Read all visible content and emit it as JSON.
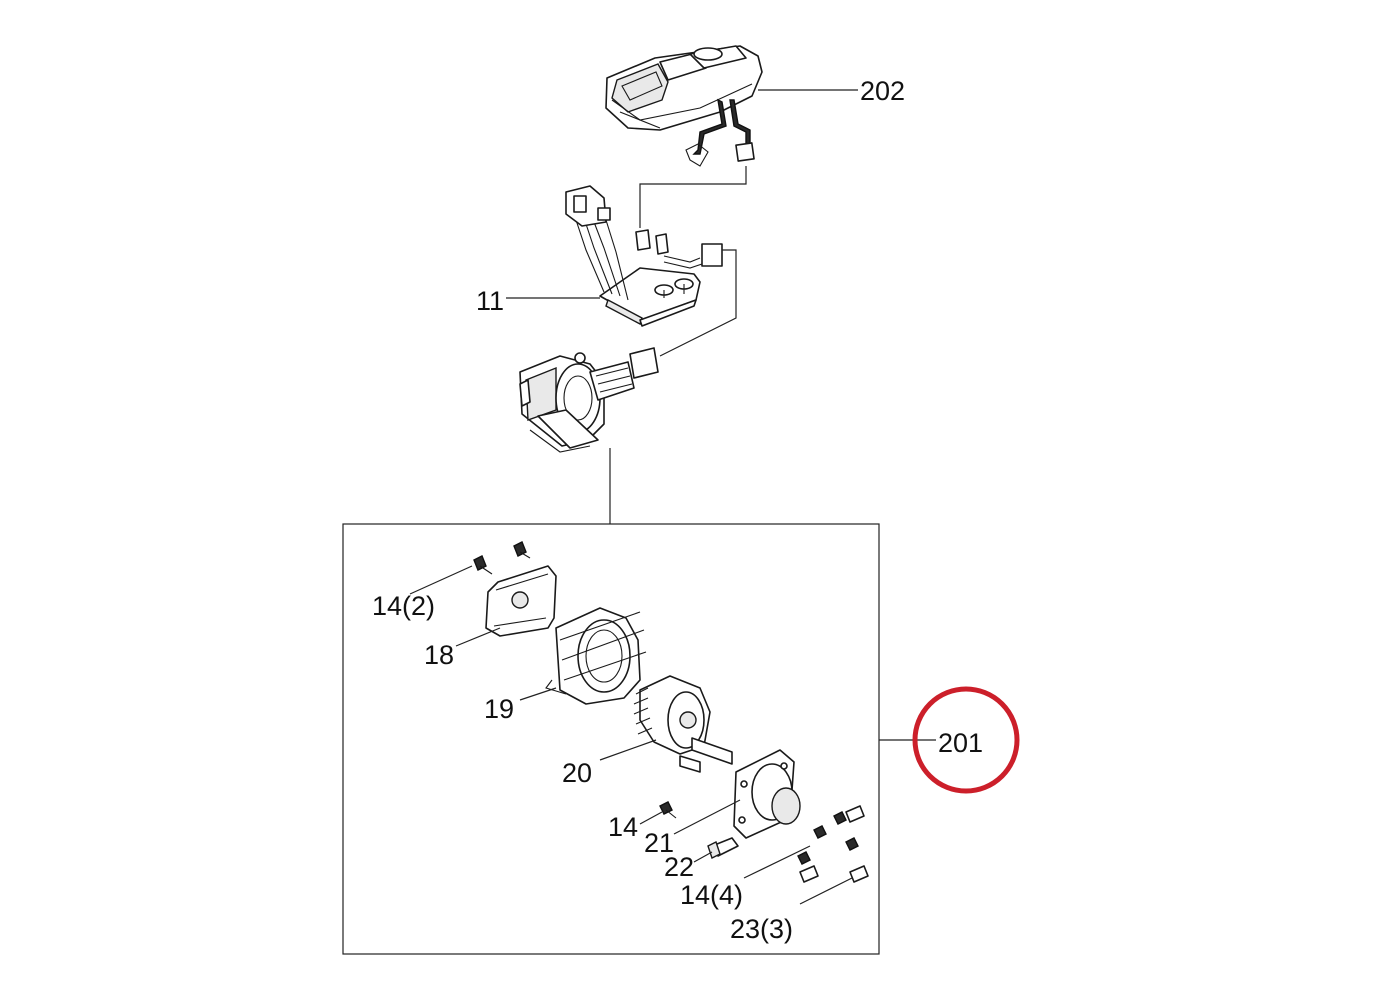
{
  "labels": {
    "l202": "202",
    "l11": "11",
    "l201": "201",
    "l14_2": "14(2)",
    "l18": "18",
    "l19": "19",
    "l20": "20",
    "l14": "14",
    "l21": "21",
    "l22": "22",
    "l14_4": "14(4)",
    "l23_3": "23(3)"
  },
  "colors": {
    "highlight_circle": "#cc1f2a",
    "line": "#222222",
    "background": "#ffffff"
  }
}
